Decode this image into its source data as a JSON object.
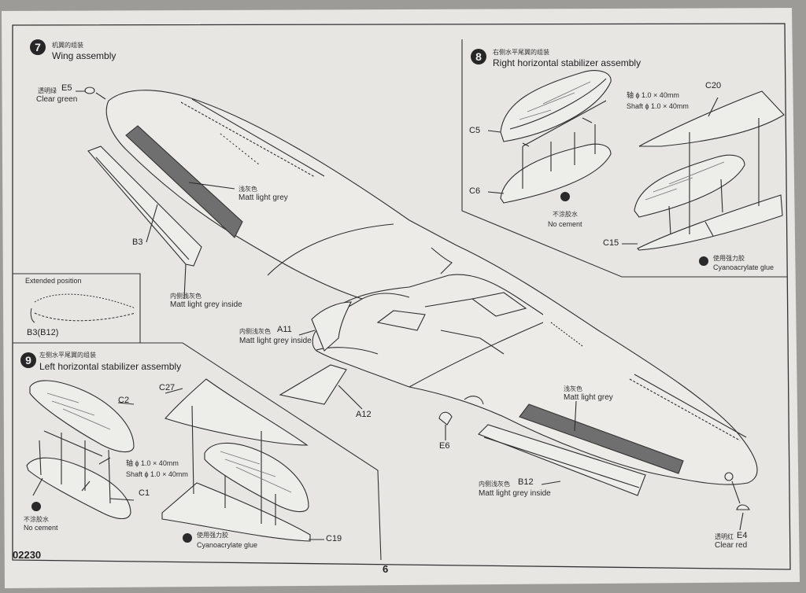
{
  "footer": {
    "code": "02230",
    "page_number": "6"
  },
  "step7": {
    "number": "7",
    "title_cn": "机翼的组装",
    "title_en": "Wing assembly"
  },
  "step8": {
    "number": "8",
    "title_cn": "右侧水平尾翼的组装",
    "title_en": "Right horizontal stabilizer assembly"
  },
  "step9": {
    "number": "9",
    "title_cn": "左侧水平尾翼的组装",
    "title_en": "Left horizontal stabilizer assembly"
  },
  "inset": {
    "label": "Extended position",
    "part": "B3(B12)"
  },
  "callouts": {
    "e5": {
      "part": "E5",
      "cn": "透明绿",
      "en": "Clear green"
    },
    "matt_grey_top": {
      "cn": "浅灰色",
      "en": "Matt light grey"
    },
    "b3": {
      "part": "B3"
    },
    "inside_left": {
      "cn": "内侧浅灰色",
      "en": "Matt light grey inside"
    },
    "a11": {
      "part": "A11",
      "cn": "内侧浅灰色",
      "en": "Matt light grey inside"
    },
    "a12": {
      "part": "A12"
    },
    "e6": {
      "part": "E6"
    },
    "matt_grey_right": {
      "cn": "浅灰色",
      "en": "Matt light grey"
    },
    "b12": {
      "part": "B12",
      "cn": "内侧浅灰色",
      "en": "Matt light grey inside"
    },
    "e4": {
      "part": "E4",
      "cn": "透明红",
      "en": "Clear red"
    }
  },
  "step8_parts": {
    "c5": "C5",
    "c6": "C6",
    "c20": "C20",
    "c15": "C15",
    "shaft_cn": "轴 ϕ 1.0 × 40mm",
    "shaft_en": "Shaft ϕ 1.0 × 40mm",
    "no_cement_cn": "不涂胶水",
    "no_cement_en": "No cement",
    "glue_cn": "使用强力胶",
    "glue_en": "Cyanoacrylate glue"
  },
  "step9_parts": {
    "c2": "C2",
    "c27": "C27",
    "c1": "C1",
    "c19": "C19",
    "shaft_cn": "轴 ϕ 1.0 × 40mm",
    "shaft_en": "Shaft ϕ 1.0 × 40mm",
    "no_cement_cn": "不涂胶水",
    "no_cement_en": "No cement",
    "glue_cn": "使用强力胶",
    "glue_en": "Cyanoacrylate glue"
  },
  "colors": {
    "paper": "#e7e6e3",
    "paint_grey": "#6f6f6f",
    "ink": "#2b2b2b"
  }
}
